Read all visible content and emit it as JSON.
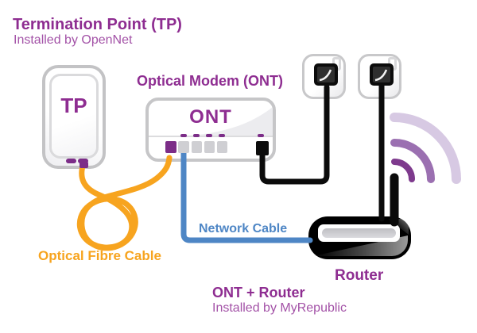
{
  "header": {
    "title": "Termination Point (TP)",
    "subtitle": "Installed by OpenNet"
  },
  "tp": {
    "label": "TP"
  },
  "ont": {
    "caption": "Optical Modem (ONT)",
    "label": "ONT"
  },
  "router": {
    "label": "Router"
  },
  "cables": {
    "fibre_label": "Optical Fibre Cable",
    "network_label": "Network Cable"
  },
  "footer": {
    "title": "ONT + Router",
    "subtitle": "Installed by MyRepublic"
  },
  "colors": {
    "purple": "#8e2d91",
    "purpleLight": "#a352a7",
    "portPurple": "#7c2d88",
    "orange": "#f7a41f",
    "blue": "#4e86c5",
    "cableBlack": "#0b0b0b",
    "wifiInner": "#7e3a8d",
    "wifiMid": "#9b70b1",
    "wifiOuter": "#d7c9e3",
    "deviceBorder": "#c6c6c8"
  }
}
